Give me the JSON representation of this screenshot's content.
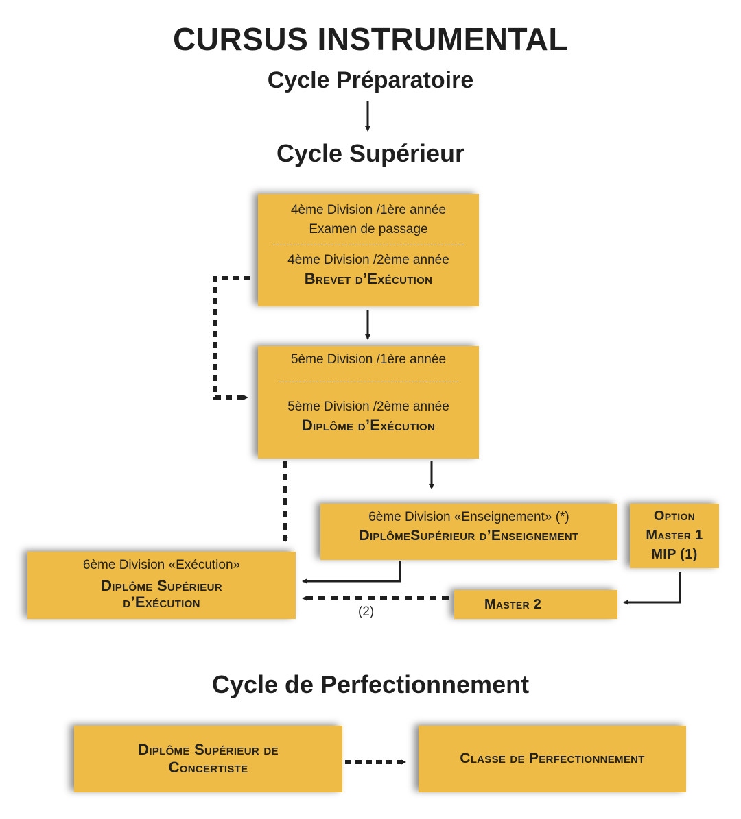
{
  "header": {
    "title": "CURSUS INSTRUMENTAL",
    "preparatory_cycle": "Cycle Préparatoire",
    "superior_cycle": "Cycle Supérieur",
    "perfection_cycle": "Cycle de Perfectionnement"
  },
  "boxes": {
    "division4": {
      "year1": "4ème Division /1ère année",
      "year1_note": "Examen de passage",
      "year2": "4ème Division /2ème année",
      "diploma": "Brevet d’Exécution"
    },
    "division5": {
      "year1": "5ème Division /1ère année",
      "year2": "5ème Division /2ème année",
      "diploma": "Diplôme d’Exécution"
    },
    "division6_teaching": {
      "line": "6ème Division «Enseignement» (*)",
      "diploma": "DiplômeSupérieur d’Enseignement"
    },
    "option_master1": {
      "line1": "Option",
      "line2": "Master 1",
      "line3": "MIP (1)"
    },
    "division6_execution": {
      "line": "6ème Division «Exécution»",
      "diploma_line1": "Diplôme Supérieur",
      "diploma_line2": "d’Exécution"
    },
    "master2": {
      "label": "Master 2"
    },
    "concertiste": {
      "line1": "Diplôme Supérieur de",
      "line2": "Concertiste"
    },
    "perfectionnement": {
      "label": "Classe de Perfectionnement"
    }
  },
  "annotations": {
    "master2_note": "(2)"
  },
  "colors": {
    "box_fill": "#eebb47",
    "arrow": "#1f1f1f"
  }
}
